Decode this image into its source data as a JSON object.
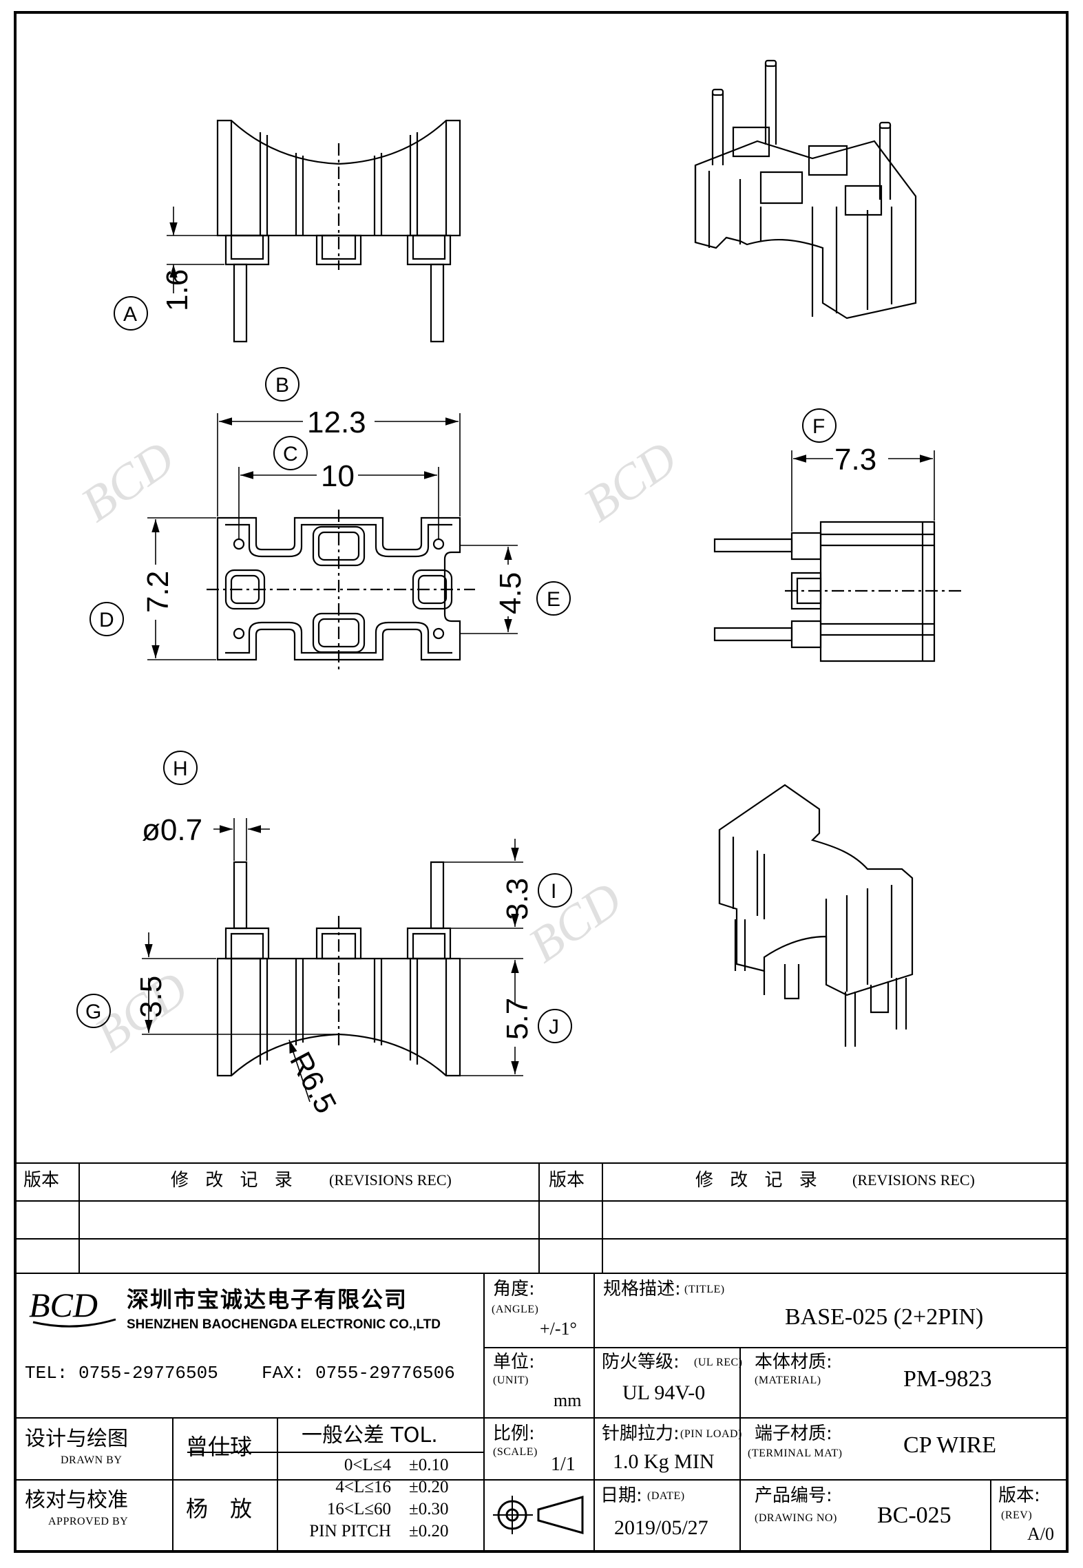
{
  "views": {
    "front": {
      "dims": {
        "A": {
          "label": "A",
          "value": "1.6"
        }
      }
    },
    "top": {
      "dims": {
        "B": {
          "label": "B",
          "value": "12.3"
        },
        "C": {
          "label": "C",
          "value": "10"
        },
        "D": {
          "label": "D",
          "value": "7.2"
        },
        "E": {
          "label": "E",
          "value": "4.5"
        }
      }
    },
    "side": {
      "dims": {
        "F": {
          "label": "F",
          "value": "7.3"
        }
      }
    },
    "bottom": {
      "dims": {
        "H": {
          "label": "H",
          "value": "ø0.7"
        },
        "I": {
          "label": "I",
          "value": "3.3"
        },
        "G": {
          "label": "G",
          "value": "3.5"
        },
        "J": {
          "label": "J",
          "value": "5.7"
        },
        "R": {
          "value": "R6.5"
        }
      }
    }
  },
  "title_block": {
    "revisions_header": [
      {
        "ver": "版本",
        "rec": "修 改 记 录",
        "rec_en": "(REVISIONS REC)"
      },
      {
        "ver": "版本",
        "rec": "修 改 记 录",
        "rec_en": "(REVISIONS REC)"
      }
    ],
    "company": {
      "logo": "BCD",
      "name_cn": "深圳市宝诚达电子有限公司",
      "name_en": "SHENZHEN BAOCHENGDA ELECTRONIC CO.,LTD",
      "tel": "TEL: 0755-29776505",
      "fax": "FAX: 0755-29776506"
    },
    "angle": {
      "label": "角度:",
      "label_en": "(ANGLE)",
      "value": "+/-1°"
    },
    "title": {
      "label": "规格描述:",
      "label_en": "(TITLE)",
      "value": "BASE-025 (2+2PIN)"
    },
    "unit": {
      "label": "单位:",
      "label_en": "(UNIT)",
      "value": "mm"
    },
    "ul": {
      "label": "防火等级:",
      "label_en": "(UL REC)",
      "value": "UL 94V-0"
    },
    "material": {
      "label": "本体材质:",
      "label_en": "(MATERIAL)",
      "value": "PM-9823"
    },
    "drawn": {
      "label": "设计与绘图",
      "label_en": "DRAWN BY",
      "value": "曾仕球"
    },
    "approved": {
      "label": "核对与校准",
      "label_en": "APPROVED BY",
      "value": "杨　放"
    },
    "tolerance": {
      "title": "一般公差 TOL.",
      "rows": [
        {
          "range": "0<L≤4",
          "tol": "±0.10"
        },
        {
          "range": "4<L≤16",
          "tol": "±0.20"
        },
        {
          "range": "16<L≤60",
          "tol": "±0.30"
        },
        {
          "range": "PIN PITCH",
          "tol": "±0.20"
        }
      ]
    },
    "scale": {
      "label": "比例:",
      "label_en": "(SCALE)",
      "value": "1/1"
    },
    "pin_load": {
      "label": "针脚拉力:",
      "label_en": "(PIN LOAD)",
      "value": "1.0 Kg MIN"
    },
    "terminal": {
      "label": "端子材质:",
      "label_en": "(TERMINAL MAT)",
      "value": "CP WIRE"
    },
    "date": {
      "label": "日期:",
      "label_en": "(DATE)",
      "value": "2019/05/27"
    },
    "drawing_no": {
      "label": "产品编号:",
      "label_en": "(DRAWING NO)",
      "value": "BC-025"
    },
    "rev": {
      "label": "版本:",
      "label_en": "(REV)",
      "value": "A/0"
    }
  }
}
